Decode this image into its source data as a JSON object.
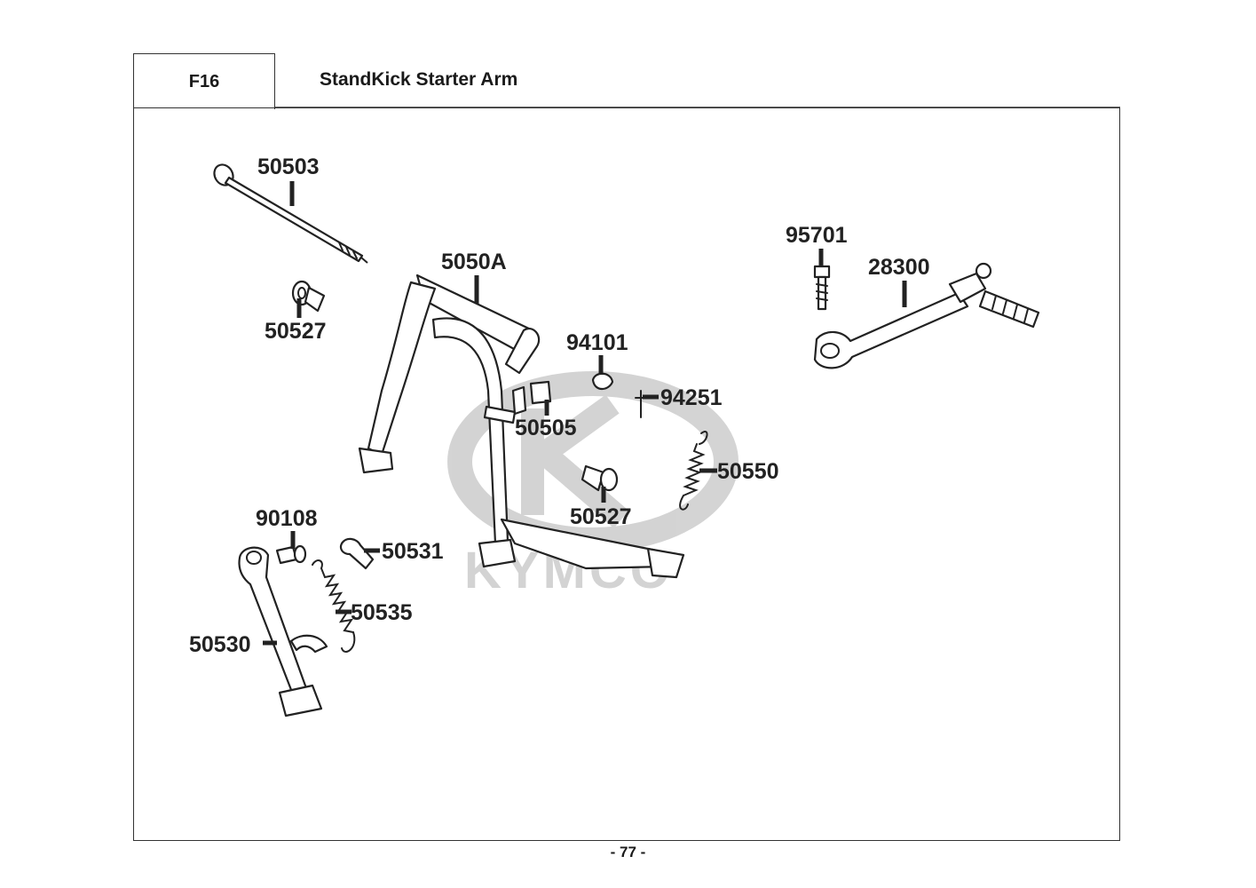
{
  "header": {
    "code": "F16",
    "title": "StandKick Starter Arm"
  },
  "watermark": {
    "brand": "KYMCO",
    "color": "#cfcfcf"
  },
  "callouts": {
    "p50503": "50503",
    "p50527a": "50527",
    "p5050A": "5050A",
    "p94101": "94101",
    "p94251": "94251",
    "p50505": "50505",
    "p50550": "50550",
    "p50527b": "50527",
    "p95701": "95701",
    "p28300": "28300",
    "p90108": "90108",
    "p50531": "50531",
    "p50535": "50535",
    "p50530": "50530"
  },
  "footer": {
    "page_number": "- 77 -"
  }
}
